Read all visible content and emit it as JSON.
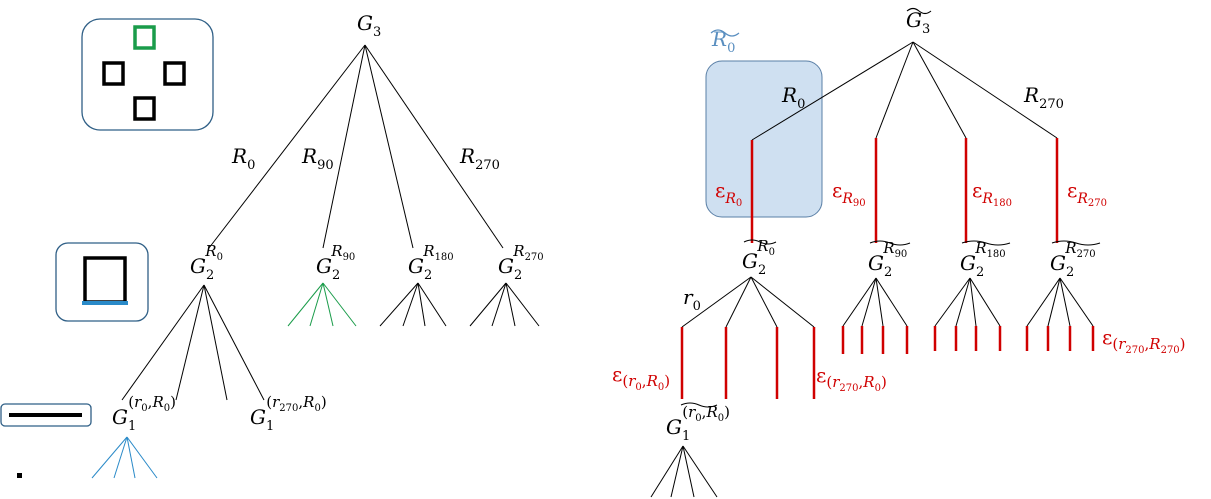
{
  "left": {
    "root": "G",
    "root_index": "3",
    "edges": {
      "r0": "R",
      "r0_sub": "0",
      "r90": "R",
      "r90_sub": "90",
      "r270": "R",
      "r270_sub": "270"
    },
    "level2": [
      {
        "base": "G",
        "idx": "2",
        "sup": "R",
        "sup_sub": "0"
      },
      {
        "base": "G",
        "idx": "2",
        "sup": "R",
        "sup_sub": "90"
      },
      {
        "base": "G",
        "idx": "2",
        "sup": "R",
        "sup_sub": "180"
      },
      {
        "base": "G",
        "idx": "2",
        "sup": "R",
        "sup_sub": "270"
      }
    ],
    "level1": [
      {
        "base": "G",
        "idx": "1",
        "sup_a": "r",
        "sup_a_sub": "0",
        "sup_b": "R",
        "sup_b_sub": "0"
      },
      {
        "base": "G",
        "idx": "1",
        "sup_a": "r",
        "sup_a_sub": "270",
        "sup_b": "R",
        "sup_b_sub": "0"
      }
    ],
    "colors": {
      "green": "#1a9c4a",
      "blue": "#2a8ac8",
      "icon_box": "#2f5f86"
    }
  },
  "right": {
    "root": "G",
    "root_index": "3",
    "highlight_label": "R",
    "highlight_label_sub": "0",
    "edges": {
      "r0": "R",
      "r0_sub": "0",
      "r270": "R",
      "r270_sub": "270"
    },
    "eps": [
      {
        "eps": "ε",
        "sub": "R",
        "sub_sub": "0"
      },
      {
        "eps": "ε",
        "sub": "R",
        "sub_sub": "90"
      },
      {
        "eps": "ε",
        "sub": "R",
        "sub_sub": "180"
      },
      {
        "eps": "ε",
        "sub": "R",
        "sub_sub": "270"
      }
    ],
    "level2": [
      {
        "base": "G",
        "idx": "2",
        "sup": "R",
        "sup_sub": "0"
      },
      {
        "base": "G",
        "idx": "2",
        "sup": "R",
        "sup_sub": "90"
      },
      {
        "base": "G",
        "idx": "2",
        "sup": "R",
        "sup_sub": "180"
      },
      {
        "base": "G",
        "idx": "2",
        "sup": "R",
        "sup_sub": "270"
      }
    ],
    "r0_edge": "r",
    "r0_edge_sub": "0",
    "eps_low": [
      {
        "eps": "ε",
        "a": "r",
        "a_sub": "0",
        "b": "R",
        "b_sub": "0"
      },
      {
        "eps": "ε",
        "a": "r",
        "a_sub": "270",
        "b": "R",
        "b_sub": "0"
      },
      {
        "eps": "ε",
        "a": "r",
        "a_sub": "270",
        "b": "R",
        "b_sub": "270"
      }
    ],
    "level1": {
      "base": "G",
      "idx": "1",
      "sup_a": "r",
      "sup_a_sub": "0",
      "sup_b": "R",
      "sup_b_sub": "0"
    },
    "colors": {
      "red": "#d00000",
      "highlight_fill": "#cfe0f1",
      "highlight_stroke": "#5a7fa6",
      "highlight_text": "#5a8fc0"
    }
  }
}
